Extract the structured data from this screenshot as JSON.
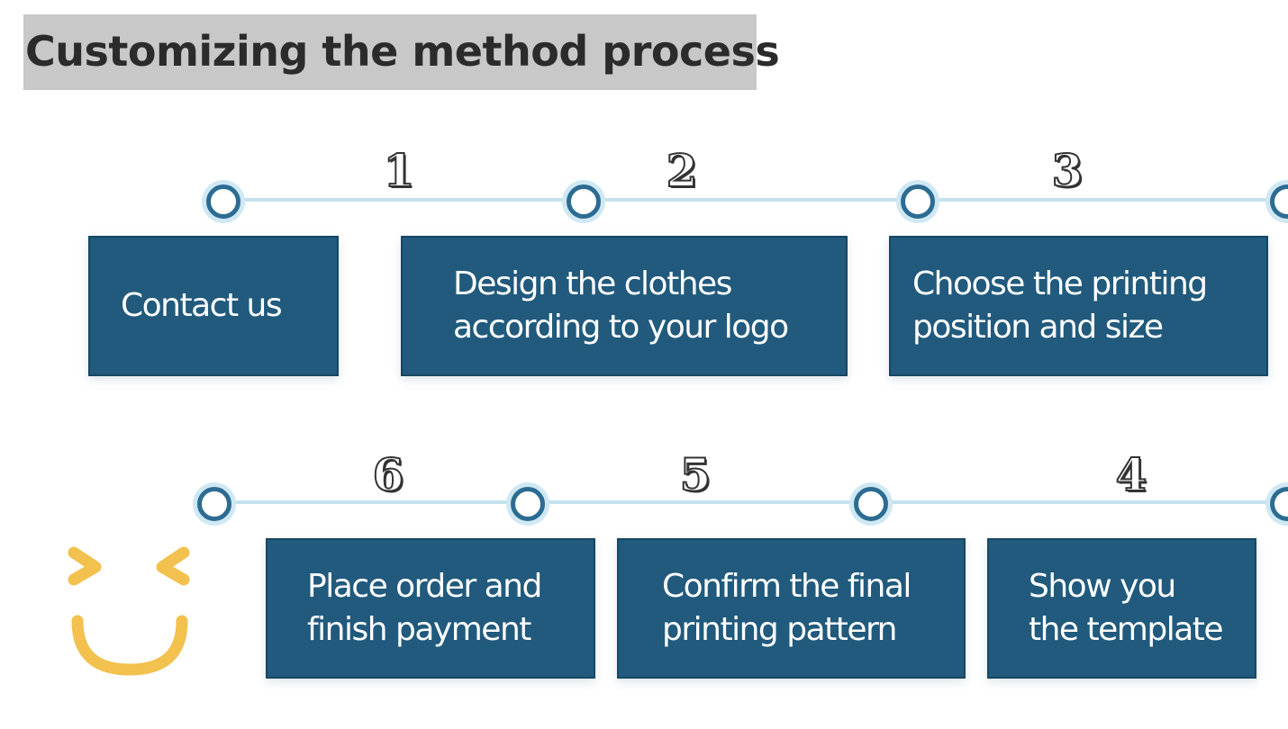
{
  "title": "Customizing the method process",
  "steps": [
    {
      "number": "1",
      "label": "Contact us"
    },
    {
      "number": "2",
      "label": "Design the clothes\naccording to your logo"
    },
    {
      "number": "3",
      "label": "Choose the printing\nposition and size"
    },
    {
      "number": "4",
      "label": "Show you\nthe template"
    },
    {
      "number": "5",
      "label": "Confirm the final\nprinting pattern"
    },
    {
      "number": "6",
      "label": "Place order and\nfinish payment"
    }
  ],
  "colors": {
    "box_fill": "#215a7d",
    "node_ring": "#2d6c92",
    "timeline": "#c3e2ee",
    "title_band": "#c8c8c8",
    "smiley": "#f2c14e"
  },
  "icons": [
    "smiley-face-icon"
  ]
}
